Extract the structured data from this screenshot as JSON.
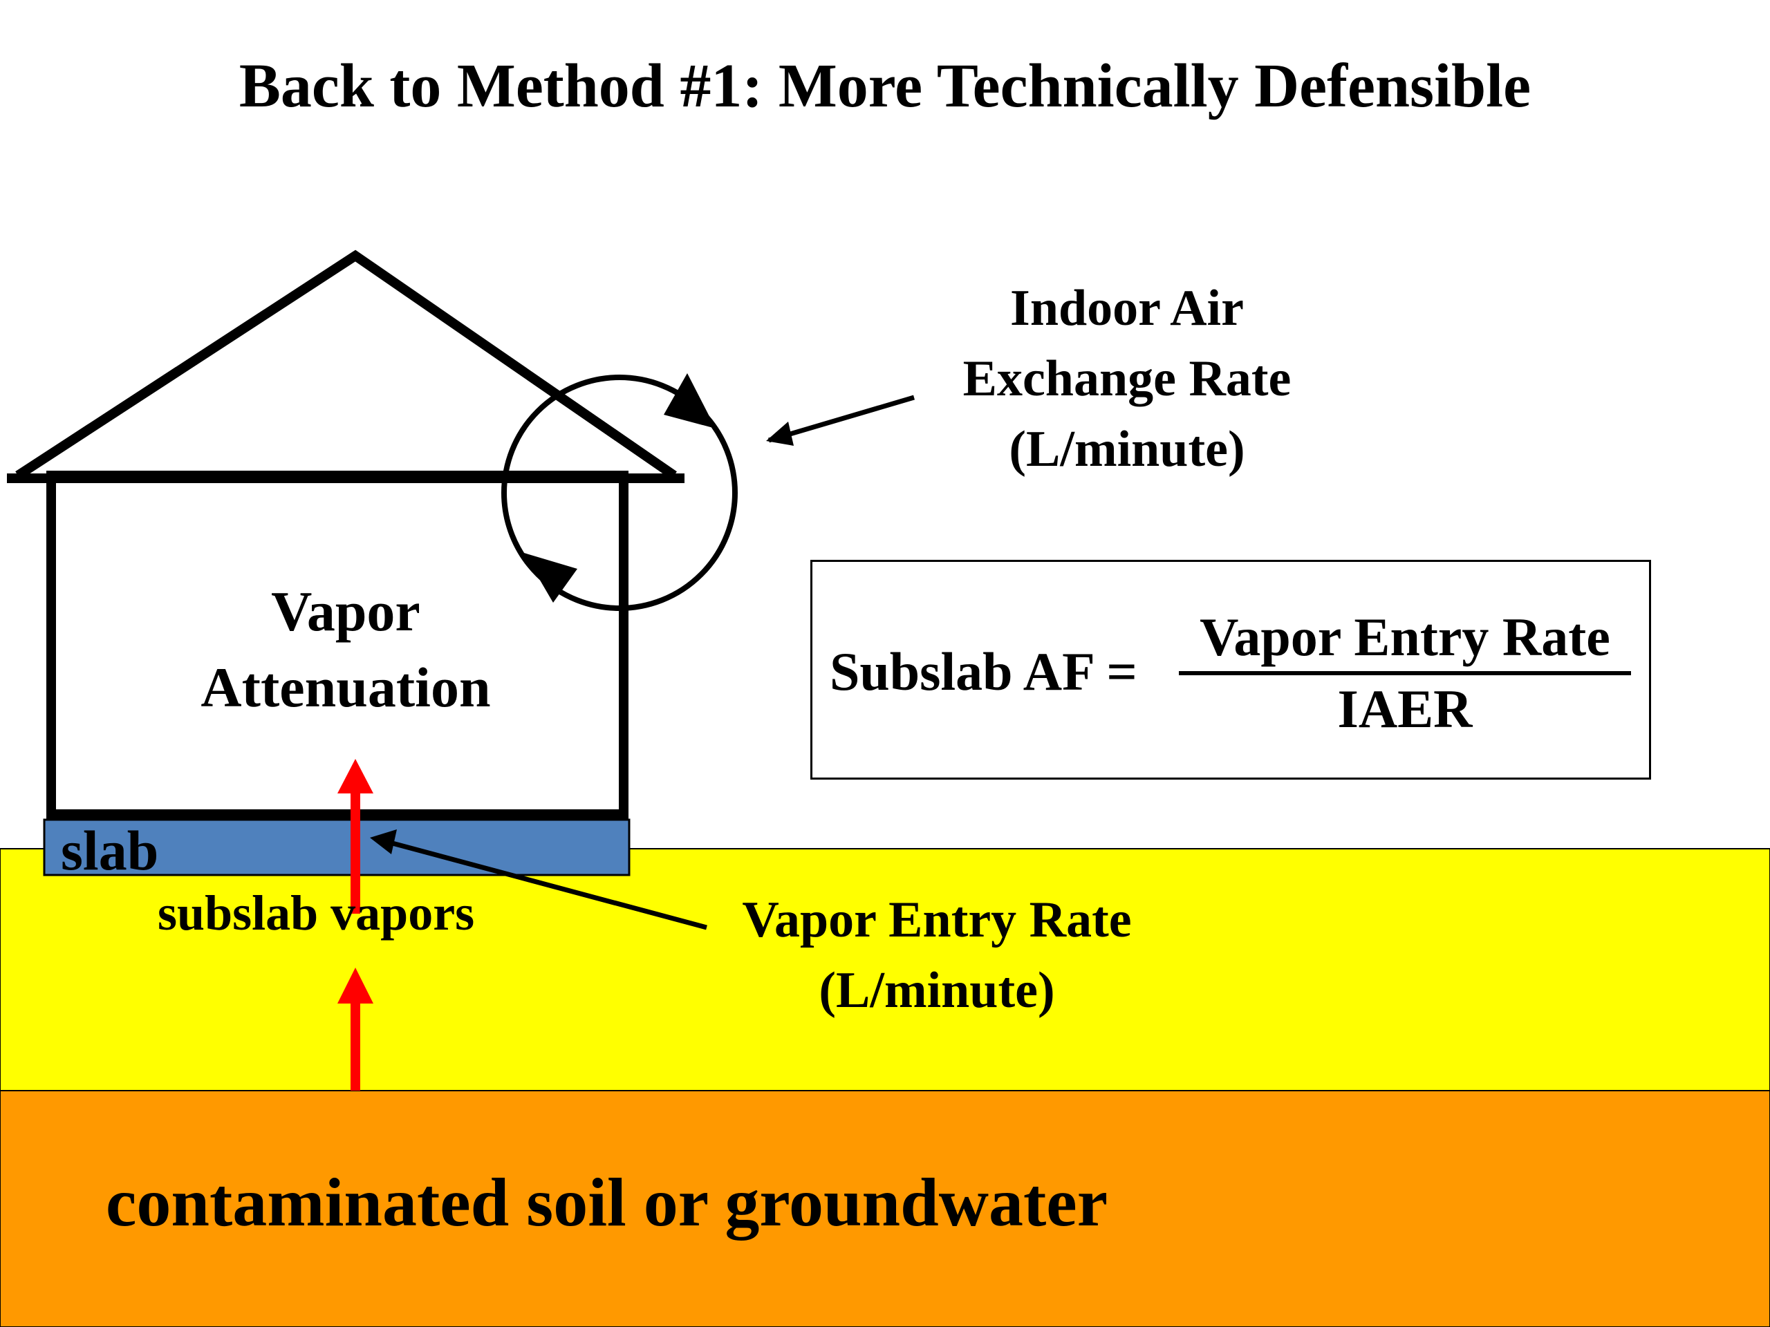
{
  "title": "Back to Method #1: More Technically Defensible",
  "house": {
    "interior_label_line1": "Vapor",
    "interior_label_line2": "Attenuation",
    "slab_label": "slab"
  },
  "indoor_air_label": {
    "line1": "Indoor Air",
    "line2": "Exchange Rate",
    "line3": "(L/minute)"
  },
  "subslab_vapors_label": "subslab vapors",
  "vapor_entry_label": {
    "line1": "Vapor Entry Rate",
    "line2": "(L/minute)"
  },
  "formula": {
    "lhs": "Subslab AF =",
    "numerator": "Vapor Entry Rate",
    "denominator": "IAER"
  },
  "soil_label": "contaminated soil or groundwater",
  "colors": {
    "soil_layer": "#FF9900",
    "subsoil_layer": "#FFFF00",
    "slab": "#4F81BD",
    "vapor_arrow": "#FF0000",
    "outline": "#000000"
  }
}
